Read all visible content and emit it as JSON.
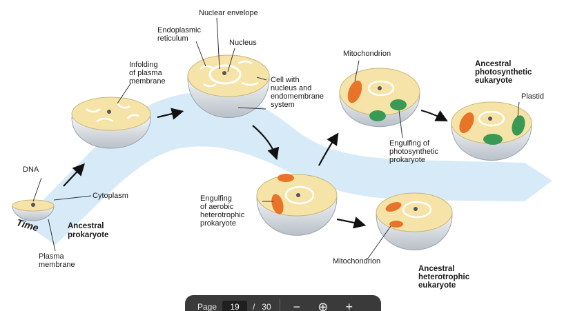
{
  "labels": {
    "nuclear_envelope": "Nuclear envelope",
    "er_1": "Endoplasmic",
    "er_2": "reticulum",
    "nucleus": "Nucleus",
    "infolding_1": "Infolding",
    "infolding_2": "of plasma",
    "infolding_3": "membrane",
    "cell_with_1": "Cell with",
    "cell_with_2": "nucleus and",
    "cell_with_3": "endomembrane",
    "cell_with_4": "system",
    "mitochondrion_top": "Mitochondrion",
    "ancestral_photo_1": "Ancestral",
    "ancestral_photo_2": "photosynthetic",
    "ancestral_photo_3": "eukaryote",
    "plastid": "Plastid",
    "dna": "DNA",
    "cytoplasm": "Cytoplasm",
    "engulf_photo_1": "Engulfing of",
    "engulf_photo_2": "photosynthetic",
    "engulf_photo_3": "prokaryote",
    "engulf_aero_1": "Engulfing",
    "engulf_aero_2": "of aerobic",
    "engulf_aero_3": "heterotrophic",
    "engulf_aero_4": "prokaryote",
    "time": "Time",
    "ancestral_prok_1": "Ancestral",
    "ancestral_prok_2": "prokaryote",
    "plasma_membrane_1": "Plasma",
    "plasma_membrane_2": "membrane",
    "mitochondrion_bottom": "Mitochondrion",
    "ancestral_hetero_1": "Ancestral",
    "ancestral_hetero_2": "heterotrophic",
    "ancestral_hetero_3": "eukaryote"
  },
  "pager": {
    "page_word": "Page",
    "current_page": "19",
    "separator": "/",
    "total_pages": "30",
    "zoom_out": "−",
    "zoom_fit": "⊕",
    "zoom_in": "+"
  },
  "colors": {
    "arrow_band": "#cfe6f7",
    "cell_gray": "#dfe3e8",
    "cytoplasm": "#f6e3a8",
    "mitochondrion": "#e8742a",
    "plastid": "#3a9a55"
  }
}
